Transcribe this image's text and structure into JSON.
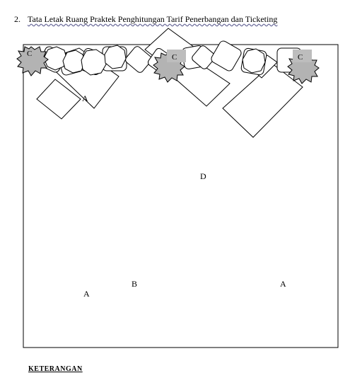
{
  "heading": {
    "number": "2.",
    "title": "Tata  Letak  Ruang Praktek Penghitungan Tarif  Penerbangan dan Ticketing"
  },
  "labels": {
    "a": "A",
    "b": "B",
    "c": "C",
    "d": "D"
  },
  "footer": {
    "text": "KETERANGAN"
  }
}
